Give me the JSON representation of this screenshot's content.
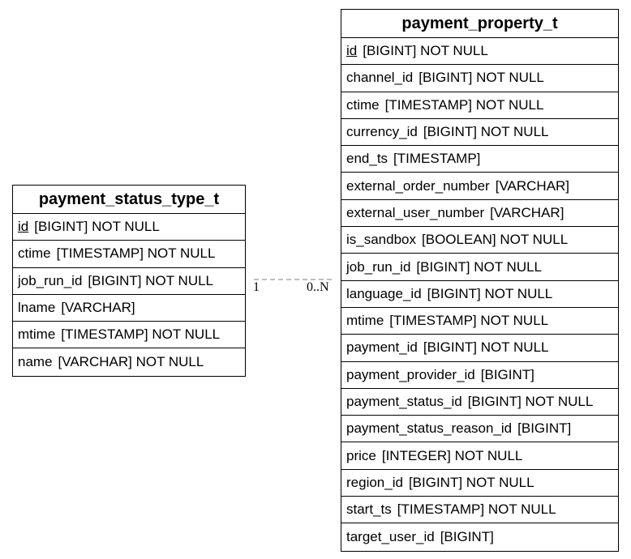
{
  "diagram": {
    "entities": [
      {
        "name": "payment_status_type_t",
        "columns": [
          {
            "name": "id",
            "type": "[BIGINT] NOT NULL",
            "pk": true
          },
          {
            "name": "ctime",
            "type": "[TIMESTAMP] NOT NULL",
            "pk": false
          },
          {
            "name": "job_run_id",
            "type": "[BIGINT] NOT NULL",
            "pk": false
          },
          {
            "name": "lname",
            "type": "[VARCHAR]",
            "pk": false
          },
          {
            "name": "mtime",
            "type": "[TIMESTAMP] NOT NULL",
            "pk": false
          },
          {
            "name": "name",
            "type": "[VARCHAR] NOT NULL",
            "pk": false
          }
        ]
      },
      {
        "name": "payment_property_t",
        "columns": [
          {
            "name": "id",
            "type": "[BIGINT] NOT NULL",
            "pk": true
          },
          {
            "name": "channel_id",
            "type": "[BIGINT] NOT NULL",
            "pk": false
          },
          {
            "name": "ctime",
            "type": "[TIMESTAMP] NOT NULL",
            "pk": false
          },
          {
            "name": "currency_id",
            "type": "[BIGINT] NOT NULL",
            "pk": false
          },
          {
            "name": "end_ts",
            "type": "[TIMESTAMP]",
            "pk": false
          },
          {
            "name": "external_order_number",
            "type": "[VARCHAR]",
            "pk": false
          },
          {
            "name": "external_user_number",
            "type": "[VARCHAR]",
            "pk": false
          },
          {
            "name": "is_sandbox",
            "type": "[BOOLEAN] NOT NULL",
            "pk": false
          },
          {
            "name": "job_run_id",
            "type": "[BIGINT] NOT NULL",
            "pk": false
          },
          {
            "name": "language_id",
            "type": "[BIGINT] NOT NULL",
            "pk": false
          },
          {
            "name": "mtime",
            "type": "[TIMESTAMP] NOT NULL",
            "pk": false
          },
          {
            "name": "payment_id",
            "type": "[BIGINT] NOT NULL",
            "pk": false
          },
          {
            "name": "payment_provider_id",
            "type": "[BIGINT]",
            "pk": false
          },
          {
            "name": "payment_status_id",
            "type": "[BIGINT] NOT NULL",
            "pk": false
          },
          {
            "name": "payment_status_reason_id",
            "type": "[BIGINT]",
            "pk": false
          },
          {
            "name": "price",
            "type": "[INTEGER] NOT NULL",
            "pk": false
          },
          {
            "name": "region_id",
            "type": "[BIGINT] NOT NULL",
            "pk": false
          },
          {
            "name": "start_ts",
            "type": "[TIMESTAMP] NOT NULL",
            "pk": false
          },
          {
            "name": "target_user_id",
            "type": "[BIGINT]",
            "pk": false
          }
        ]
      }
    ],
    "relationship": {
      "from": "payment_status_type_t",
      "to": "payment_property_t",
      "from_cardinality": "1",
      "to_cardinality": "0..N",
      "line_style": "dashed",
      "line_color": "#999999"
    }
  }
}
